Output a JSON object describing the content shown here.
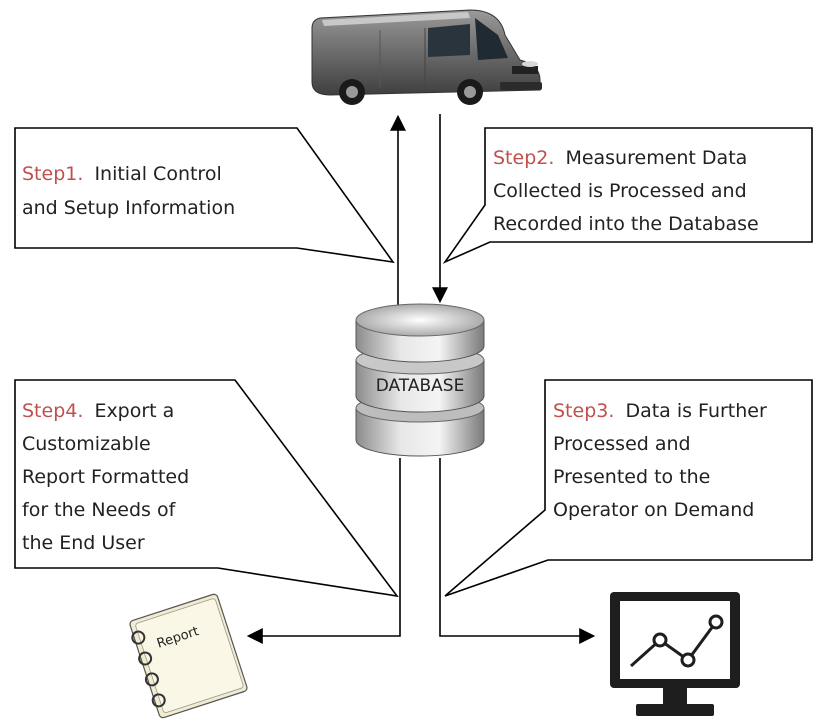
{
  "steps": [
    {
      "tag": "Step1.",
      "lines": [
        "Initial Control",
        "and Setup  Information"
      ]
    },
    {
      "tag": "Step2.",
      "lines": [
        "Measurement Data",
        "Collected is Processed and",
        "Recorded into the Database"
      ]
    },
    {
      "tag": "Step3.",
      "lines": [
        "Data is Further",
        "Processed and",
        "Presented to the",
        "Operator on Demand"
      ]
    },
    {
      "tag": "Step4.",
      "lines": [
        "Export a",
        "Customizable",
        "Report Formatted",
        "for the Needs of",
        "the End User"
      ]
    }
  ],
  "database": {
    "label": "DATABASE"
  },
  "report": {
    "label": "Report"
  },
  "colors": {
    "step_tag": "#c0504d",
    "text": "#222222",
    "line": "#000000",
    "van": "#6b6b6b",
    "monitor": "#1e1e1e"
  },
  "icons": [
    "van-icon",
    "database-icon",
    "report-notebook-icon",
    "monitor-chart-icon"
  ]
}
